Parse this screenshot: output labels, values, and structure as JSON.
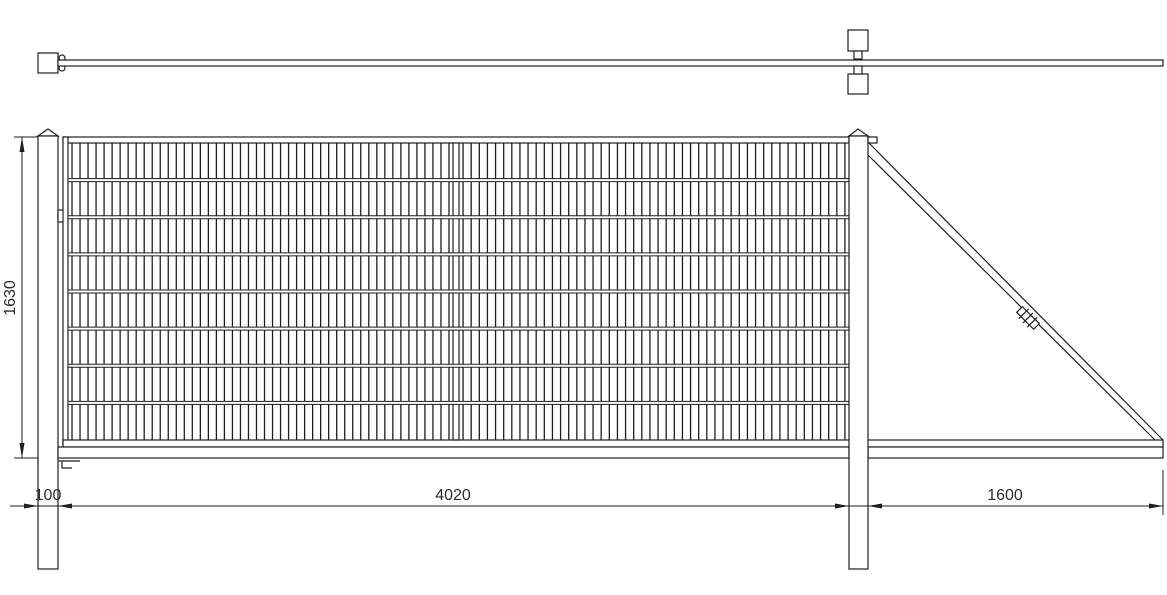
{
  "dimensions": {
    "height": "1630",
    "post_width": "100",
    "gate_width": "4020",
    "tail_length": "1600"
  },
  "drawing": {
    "line_color": "#1e1e1e",
    "background": "#ffffff",
    "panel_sections": 2,
    "vertical_bars_per_section": 48,
    "horizontal_wires": 7
  }
}
